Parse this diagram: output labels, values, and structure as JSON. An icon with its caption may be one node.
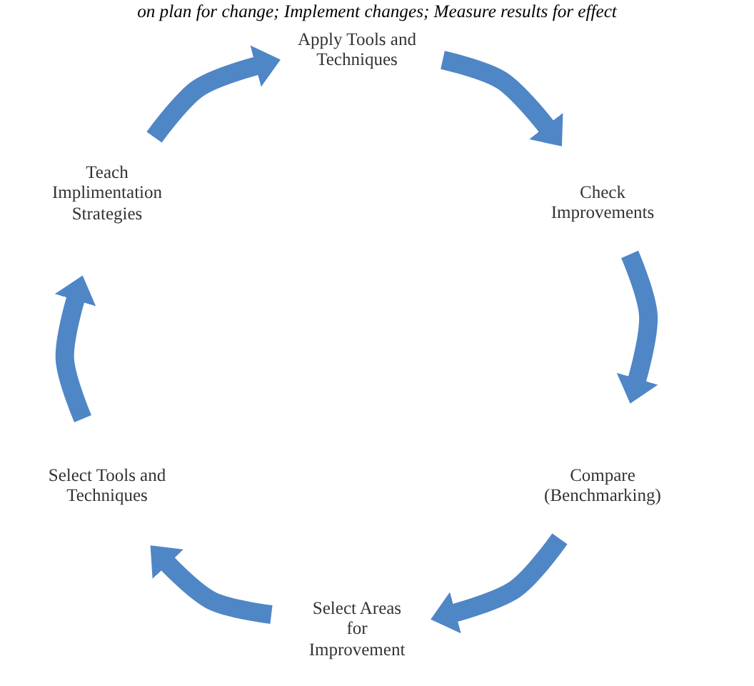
{
  "diagram": {
    "nodes": [
      {
        "text": [
          "Apply Tools and Techniques"
        ]
      },
      {
        "text": [
          "Teach Implimentation Strategies"
        ]
      },
      {
        "text": [
          "Check Improvements"
        ]
      },
      {
        "text": [
          "Select Tools and Techniques"
        ]
      },
      {
        "text": [
          "Compare (Benchmarking)"
        ]
      },
      {
        "text": [
          "Select Areas for Improvement"
        ]
      }
    ],
    "edges": [
      {
        "from": 0,
        "to": 2,
        "arrow": "to"
      },
      {
        "from": 2,
        "to": 4,
        "arrow": "to"
      },
      {
        "from": 4,
        "to": 5,
        "arrow": "to"
      },
      {
        "from": 5,
        "to": 3,
        "arrow": "to"
      },
      {
        "from": 3,
        "to": 1,
        "arrow": "to"
      },
      {
        "from": 1,
        "to": 0,
        "arrow": "to"
      }
    ],
    "labels": [
      "on plan for change; Implement changes; Measure results for effect"
    ]
  }
}
